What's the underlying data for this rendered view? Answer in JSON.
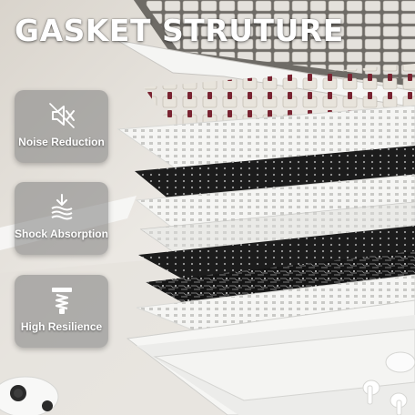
{
  "title": "GASKET STRUTURE",
  "features": [
    {
      "icon": "mute-speaker-icon",
      "label": "Noise Reduction"
    },
    {
      "icon": "absorb-layers-icon",
      "label": "Shock Absorption"
    },
    {
      "icon": "spring-icon",
      "label": "High Resilience"
    }
  ],
  "colors": {
    "background": "#e9e6e1",
    "plate_white": "#f3f3f1",
    "plate_black": "#1d1d1d",
    "switch_housing": "#e8e4dc",
    "switch_stem": "#7a2432",
    "panel": "#7d7d7d"
  }
}
